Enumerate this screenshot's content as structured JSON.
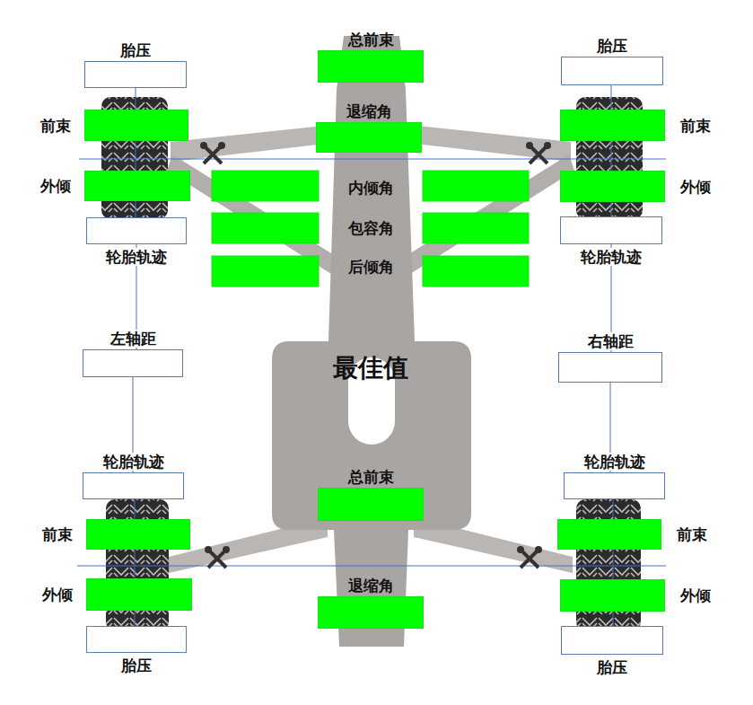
{
  "diagram": {
    "nodes": [
      {
        "text": [
          "胎压"
        ]
      },
      {
        "text": [
          "总前束"
        ]
      },
      {
        "text": [
          "胎压"
        ]
      },
      {
        "text": [
          "前束"
        ]
      },
      {
        "text": [
          "退缩角"
        ]
      },
      {
        "text": [
          "前束"
        ]
      },
      {
        "text": [
          "外倾"
        ]
      },
      {
        "text": [
          "外倾"
        ]
      },
      {
        "text": [
          "轮胎轨迹"
        ]
      },
      {
        "text": [
          "轮胎轨迹"
        ]
      },
      {
        "text": [
          "左轴距"
        ]
      },
      {
        "text": [
          "右轴距"
        ]
      },
      {
        "text": [
          "轮胎轨迹"
        ]
      },
      {
        "text": [
          "轮胎轨迹"
        ]
      },
      {
        "text": [
          "总前束"
        ]
      },
      {
        "text": [
          "前束"
        ]
      },
      {
        "text": [
          "前束"
        ]
      },
      {
        "text": [
          "外倾"
        ]
      },
      {
        "text": [
          "退缩角"
        ]
      },
      {
        "text": [
          "外倾"
        ]
      },
      {
        "text": [
          "胎压"
        ]
      },
      {
        "text": [
          "胎压"
        ]
      }
    ],
    "edges": [
      {
        "from": 8,
        "to": 10,
        "arrow": "none"
      },
      {
        "from": 10,
        "to": 12,
        "arrow": "none"
      },
      {
        "from": 9,
        "to": 11,
        "arrow": "none"
      },
      {
        "from": 11,
        "to": 13,
        "arrow": "none"
      }
    ],
    "labels": [
      "内倾角",
      "包容角",
      "后倾角",
      "最佳值"
    ]
  }
}
